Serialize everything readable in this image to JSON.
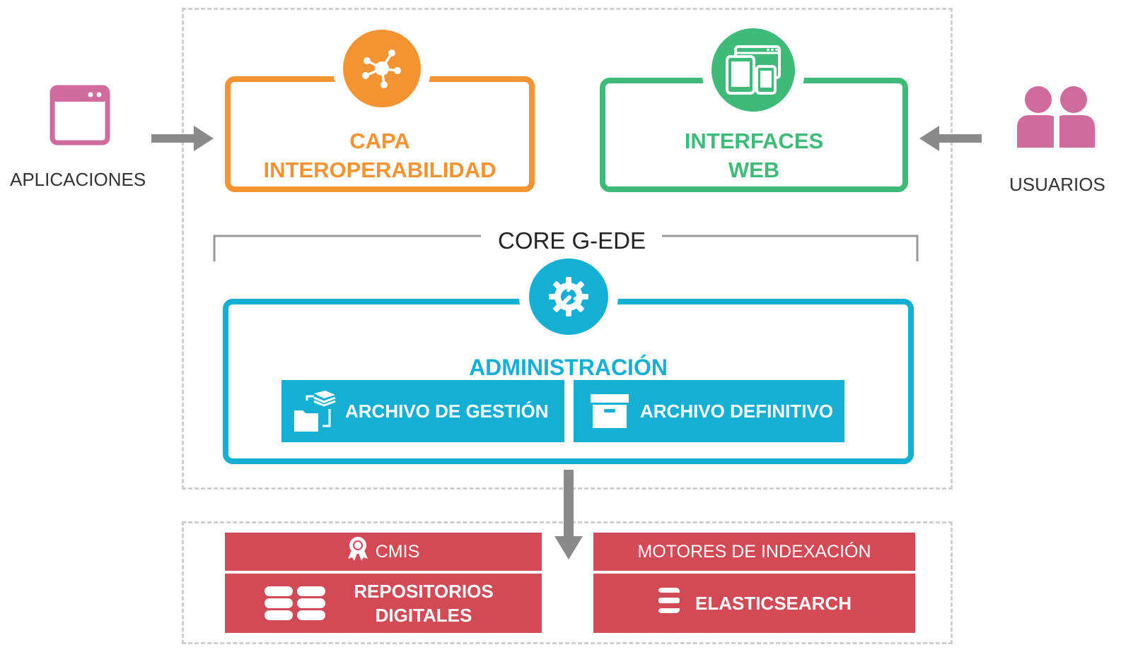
{
  "left_actor": {
    "label": "APLICACIONES",
    "icon": "browser-window-icon",
    "color": "#cf6b9d"
  },
  "right_actor": {
    "label": "USUARIOS",
    "icon": "users-icon",
    "color": "#cf6b9d"
  },
  "interop": {
    "line1": "CAPA",
    "line2": "INTEROPERABILIDAD",
    "icon": "network-hub-icon",
    "color": "#f39332"
  },
  "web": {
    "line1": "INTERFACES",
    "line2": "WEB",
    "icon": "devices-icon",
    "color": "#3fba78"
  },
  "core": {
    "label": "CORE G-EDE"
  },
  "admin": {
    "title": "ADMINISTRACIÓN",
    "icon": "gear-wrench-icon",
    "color": "#14afd2",
    "gestion": {
      "label": "ARCHIVO DE GESTIÓN",
      "icon": "folders-stack-icon"
    },
    "definitivo": {
      "label": "ARCHIVO DEFINITIVO",
      "icon": "archive-box-icon"
    }
  },
  "storage": {
    "color": "#d24a56",
    "cmis": {
      "label": "CMIS",
      "icon": "certificate-ribbon-icon"
    },
    "repos": {
      "line1": "REPOSITORIOS",
      "line2": "DIGITALES",
      "icon": "database-icon"
    },
    "indexing": {
      "label": "MOTORES DE INDEXACIÓN"
    },
    "elastic": {
      "label": "ELASTICSEARCH",
      "icon": "elasticsearch-icon"
    }
  }
}
